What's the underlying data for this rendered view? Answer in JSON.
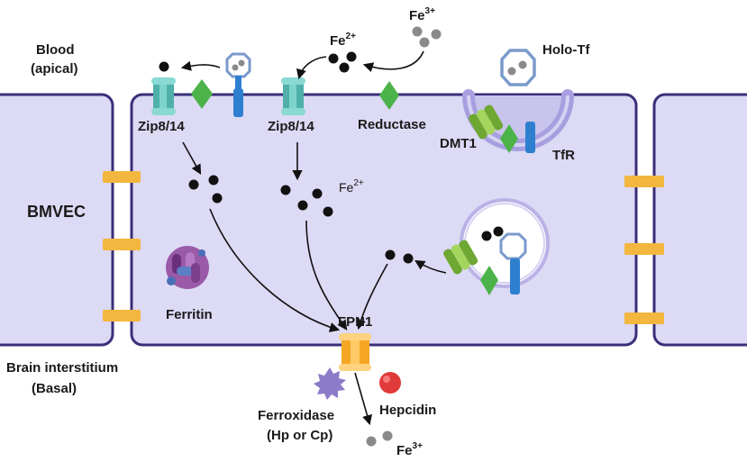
{
  "labels": {
    "blood": "Blood",
    "apical": "(apical)",
    "bmvec": "BMVEC",
    "brain_interstitium": "Brain interstitium",
    "basal": "(Basal)",
    "zip_left": "Zip8/14",
    "zip_mid": "Zip8/14",
    "reductase": "Reductase",
    "dmt1": "DMT1",
    "tfr": "TfR",
    "holo_tf": "Holo-Tf",
    "ferritin": "Ferritin",
    "fpn1": "FPN1",
    "ferroxidase": "Ferroxidase",
    "hp_or_cp": "(Hp or Cp)",
    "hepcidin": "Hepcidin",
    "fe2_top": {
      "base": "Fe",
      "sup": "2+"
    },
    "fe3_top": {
      "base": "Fe",
      "sup": "3+"
    },
    "fe2_mid": {
      "base": "Fe",
      "sup": "2+"
    },
    "fe3_bottom": {
      "base": "Fe",
      "sup": "3+"
    }
  },
  "colors": {
    "cell_fill": "#dcdaf4",
    "cell_stroke": "#3a2f7a",
    "junction": "#f3b63e",
    "zip_channel": "#6bc5c0",
    "reductase": "#4cb34a",
    "receptor": "#2f7fd1",
    "dmt1": "#8cc63f",
    "fpn1": "#f5a623",
    "ferroxidase": "#8c7bc7",
    "hepcidin": "#e03a3a",
    "ferritin": "#7b3f8c",
    "fe2_dot": "#111111",
    "fe3_dot": "#8a8a8a"
  }
}
